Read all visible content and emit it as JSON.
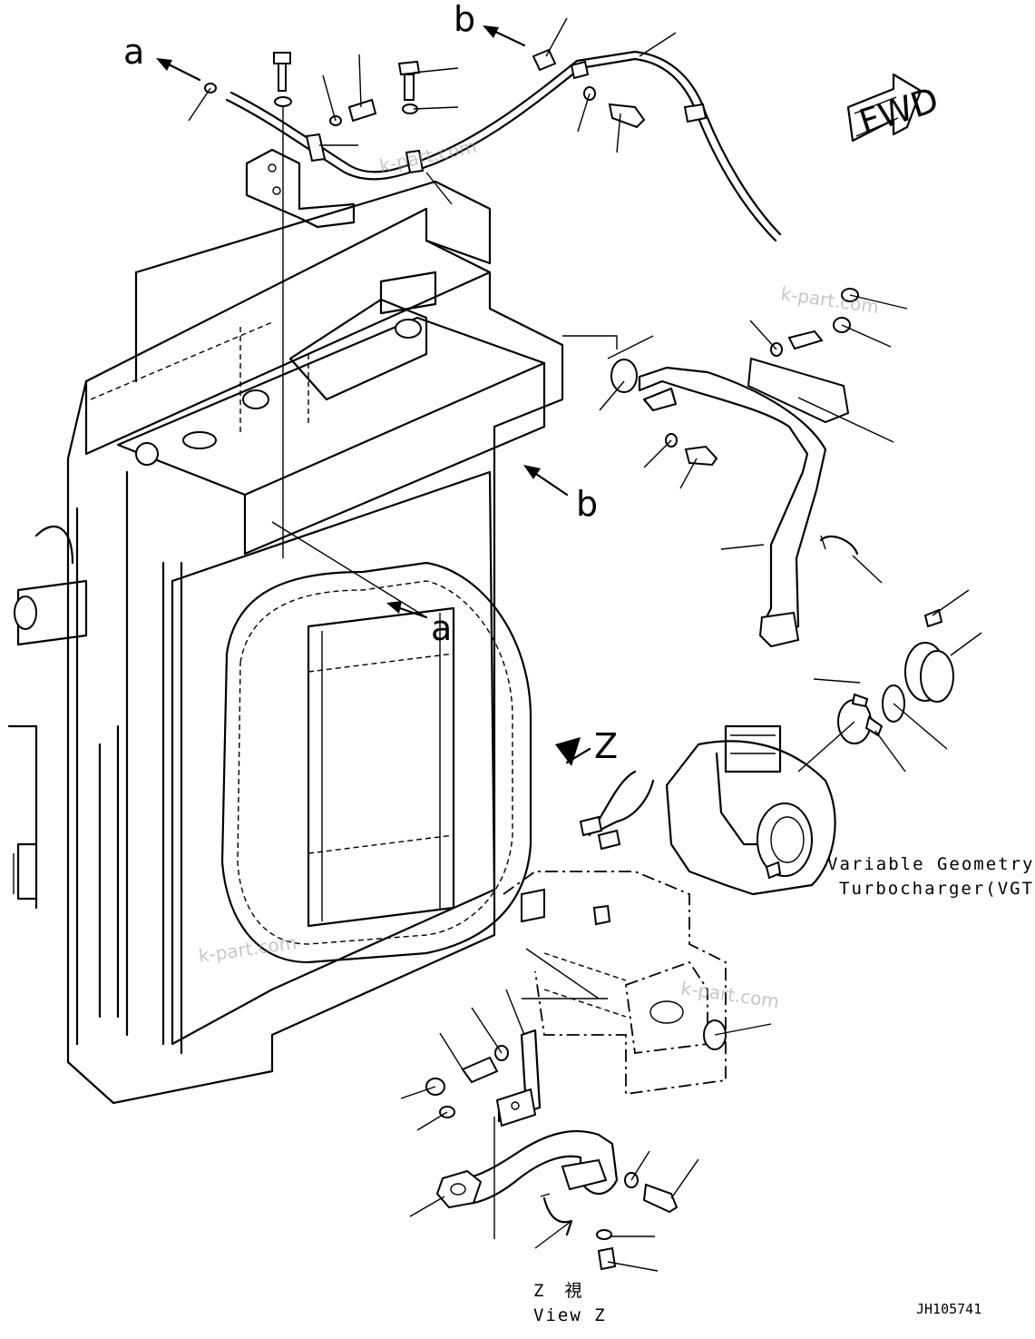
{
  "view_markers": {
    "a_top": "a",
    "b_top": "b",
    "b_right": "b",
    "a_center": "a",
    "z_arrow": "Z"
  },
  "fwd_label": "FWD",
  "vgt_caption": {
    "line1": "Variable Geometry",
    "line2": "Turbocharger(VGT)"
  },
  "view_z_caption": {
    "line1": "Z　視",
    "line2": "View Z"
  },
  "drawing_code": "JH105741",
  "watermark": "k-part.com"
}
